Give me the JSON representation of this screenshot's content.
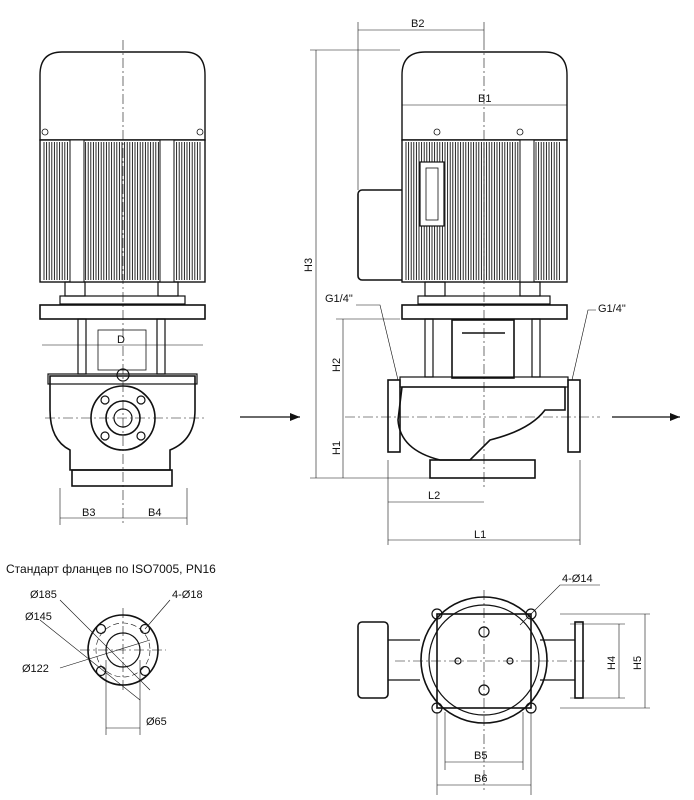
{
  "labels": {
    "b2": "B2",
    "b1": "B1",
    "h3": "H3",
    "h2": "H2",
    "h1": "H1",
    "g_left": "G1/4\"",
    "g_right": "G1/4\"",
    "d": "D",
    "b3": "B3",
    "b4": "B4",
    "l2": "L2",
    "l1": "L1",
    "b5": "B5",
    "b6": "B6",
    "h4": "H4",
    "h5": "H5",
    "bolts_base": "4-Ø14"
  },
  "flange": {
    "caption": "Стандарт фланцев по ISO7005, PN16",
    "d185": "Ø185",
    "d145": "Ø145",
    "d122": "Ø122",
    "d65": "Ø65",
    "bolts": "4-Ø18"
  }
}
